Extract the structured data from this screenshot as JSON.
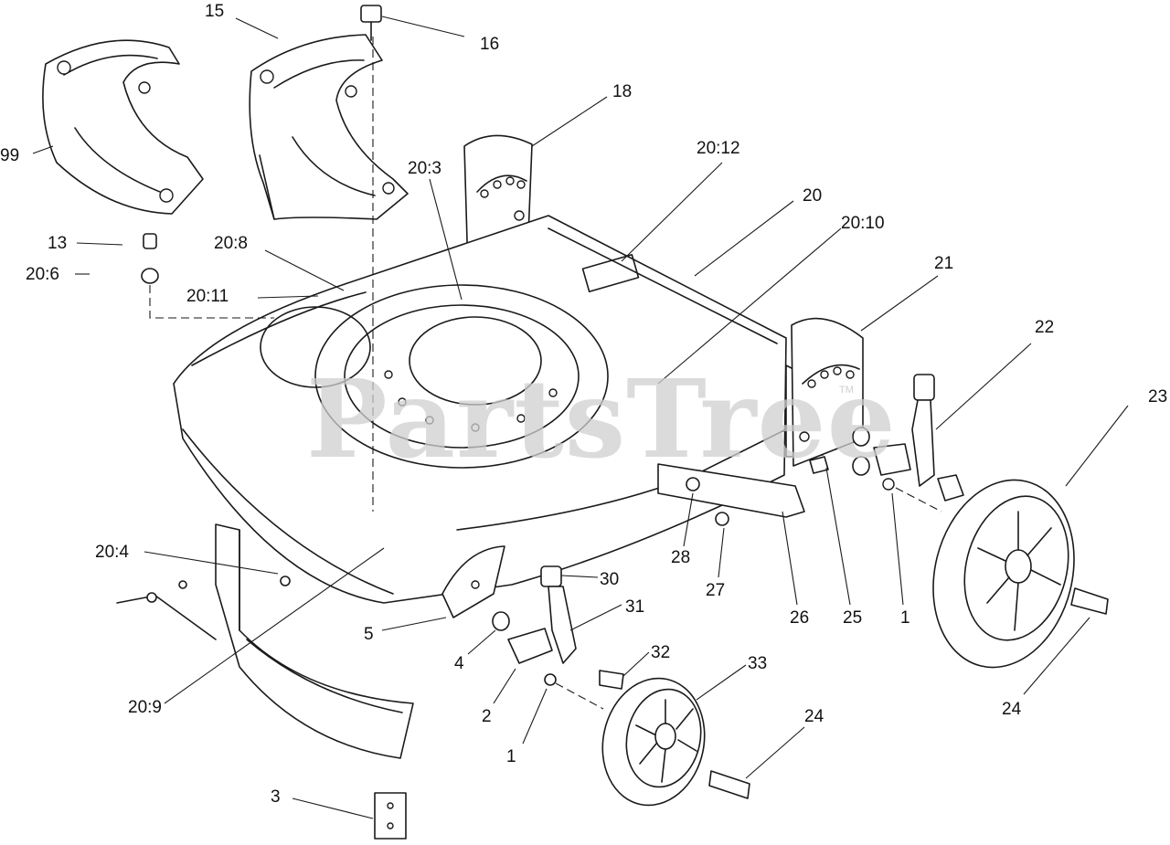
{
  "watermark": {
    "text": "PartsTree",
    "mark": "TM"
  },
  "callouts": [
    {
      "id": "c99",
      "label": "99"
    },
    {
      "id": "c15",
      "label": "15"
    },
    {
      "id": "c16",
      "label": "16"
    },
    {
      "id": "c18",
      "label": "18"
    },
    {
      "id": "c20_3",
      "label": "20:3"
    },
    {
      "id": "c20_12",
      "label": "20:12"
    },
    {
      "id": "c20",
      "label": "20"
    },
    {
      "id": "c20_10",
      "label": "20:10"
    },
    {
      "id": "c13",
      "label": "13"
    },
    {
      "id": "c20_8",
      "label": "20:8"
    },
    {
      "id": "c20_6",
      "label": "20:6"
    },
    {
      "id": "c20_11",
      "label": "20:11"
    },
    {
      "id": "c21",
      "label": "21"
    },
    {
      "id": "c22",
      "label": "22"
    },
    {
      "id": "c23",
      "label": "23"
    },
    {
      "id": "c20_4",
      "label": "20:4"
    },
    {
      "id": "c28",
      "label": "28"
    },
    {
      "id": "c27",
      "label": "27"
    },
    {
      "id": "c26",
      "label": "26"
    },
    {
      "id": "c25",
      "label": "25"
    },
    {
      "id": "c1r",
      "label": "1"
    },
    {
      "id": "c30",
      "label": "30"
    },
    {
      "id": "c31",
      "label": "31"
    },
    {
      "id": "c5",
      "label": "5"
    },
    {
      "id": "c4",
      "label": "4"
    },
    {
      "id": "c32",
      "label": "32"
    },
    {
      "id": "c33",
      "label": "33"
    },
    {
      "id": "c2",
      "label": "2"
    },
    {
      "id": "c20_9",
      "label": "20:9"
    },
    {
      "id": "c1l",
      "label": "1"
    },
    {
      "id": "c24l",
      "label": "24"
    },
    {
      "id": "c24r",
      "label": "24"
    },
    {
      "id": "c3",
      "label": "3"
    }
  ]
}
